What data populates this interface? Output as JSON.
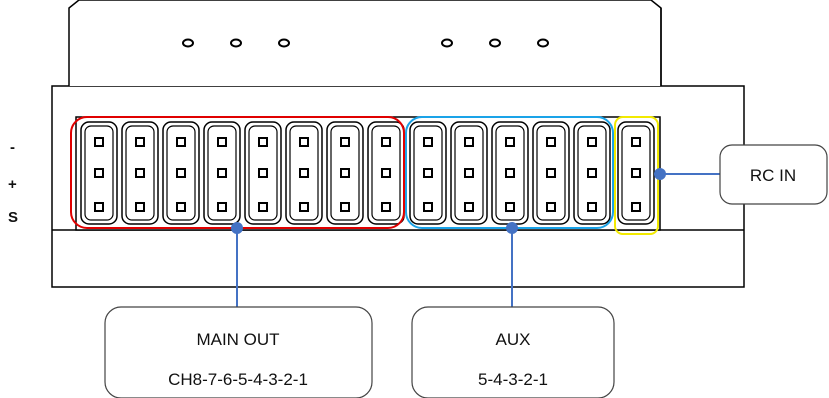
{
  "pin_labels": {
    "neg": "-",
    "pos": "+",
    "sig": "S"
  },
  "connectors": {
    "main_count": 8,
    "aux_count": 5,
    "rc_count": 1
  },
  "callouts": {
    "main_out": {
      "line1": "MAIN OUT",
      "line2": "CH8-7-6-5-4-3-2-1"
    },
    "aux": {
      "line1": "AUX",
      "line2": "5-4-3-2-1"
    },
    "rc_in": {
      "line1": "RC IN"
    }
  },
  "colors": {
    "main_group": "#e00000",
    "aux_group": "#1aa3e8",
    "rc_group": "#f2ea00",
    "leader": "#4472c4"
  }
}
